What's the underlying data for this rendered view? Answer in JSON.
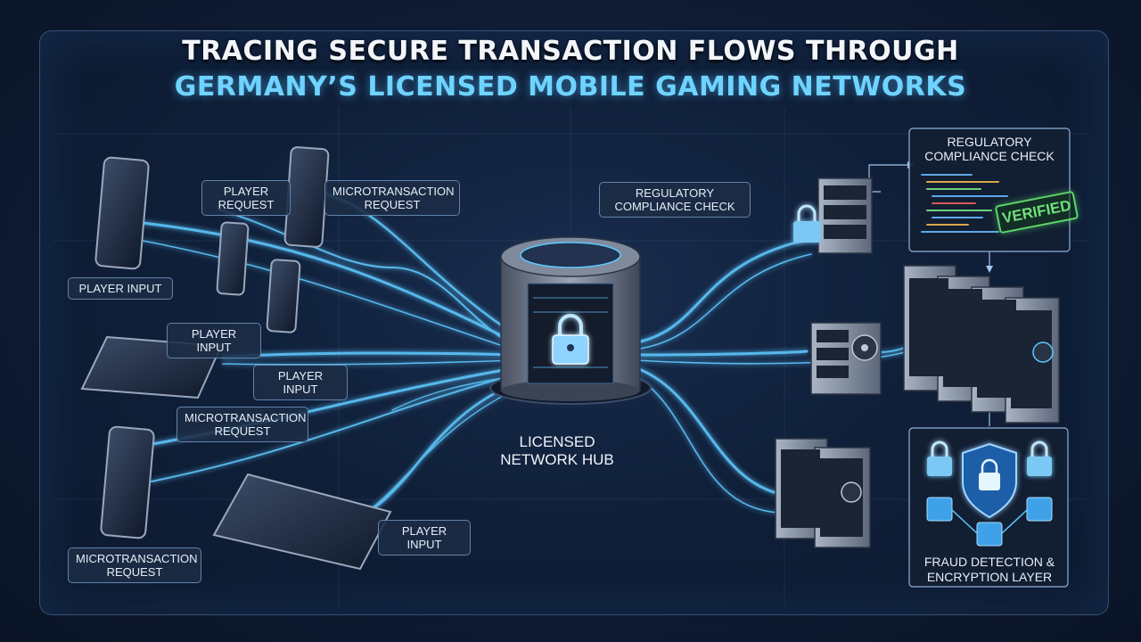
{
  "title": {
    "line1": "TRACING SECURE TRANSACTION FLOWS THROUGH",
    "line2": "GERMANY’S LICENSED MOBILE GAMING NETWORKS"
  },
  "labels": {
    "player_request": "Player Request",
    "microtransaction_request_top": "Microtransaction Request",
    "regulatory_check_center": "Regulatory Compliance Check",
    "player_input_left": "Player Input",
    "player_input_mid": "Player Input",
    "player_input_center": "Player Input",
    "microtransaction_request_mid": "Microtransaction Request",
    "microtransaction_request_bottom": "Microtransaction Request",
    "player_input_bottom": "Player Input"
  },
  "hub": {
    "caption": "Licensed Network Hub"
  },
  "panels": {
    "compliance": {
      "title": "Regulatory Compliance Check",
      "stamp": "Verified"
    },
    "fraud": {
      "title": "Fraud Detection & Encryption Layer"
    }
  },
  "colors": {
    "flow": "#5ec8ff",
    "flow_glow": "#2f8fe0",
    "title_accent": "#6fd3ff",
    "verified": "#5fd46a",
    "panel_border": "#8fb0d6"
  },
  "icons": [
    "smartphone-icon",
    "tablet-icon",
    "server-rack-icon",
    "padlock-icon",
    "shield-lock-icon",
    "cooling-fan-icon",
    "code-window-icon"
  ]
}
